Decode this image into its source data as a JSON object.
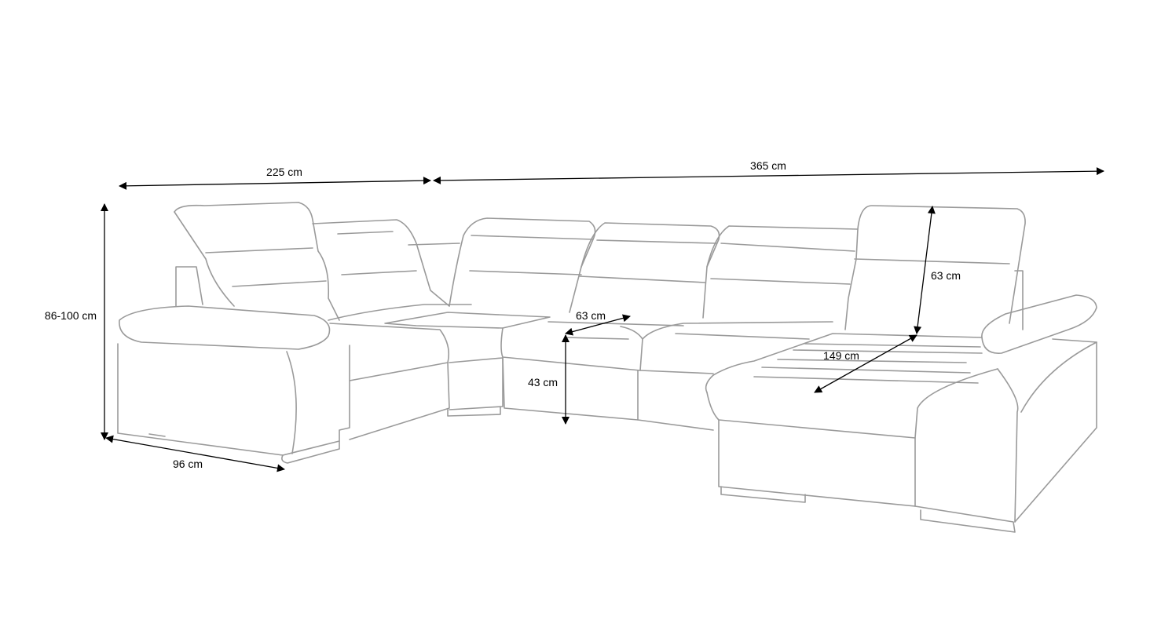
{
  "title": "Corner sofa dimension drawing",
  "colors": {
    "outline": "#9a9a9a",
    "dimension": "#000000",
    "background": "#ffffff"
  },
  "dimensions": {
    "left_width": "225 cm",
    "right_width": "365 cm",
    "height": "86-100 cm",
    "depth": "96 cm",
    "seat_depth": "63 cm",
    "seat_height": "43 cm",
    "backrest_height": "63 cm",
    "chaise_length": "149 cm"
  }
}
